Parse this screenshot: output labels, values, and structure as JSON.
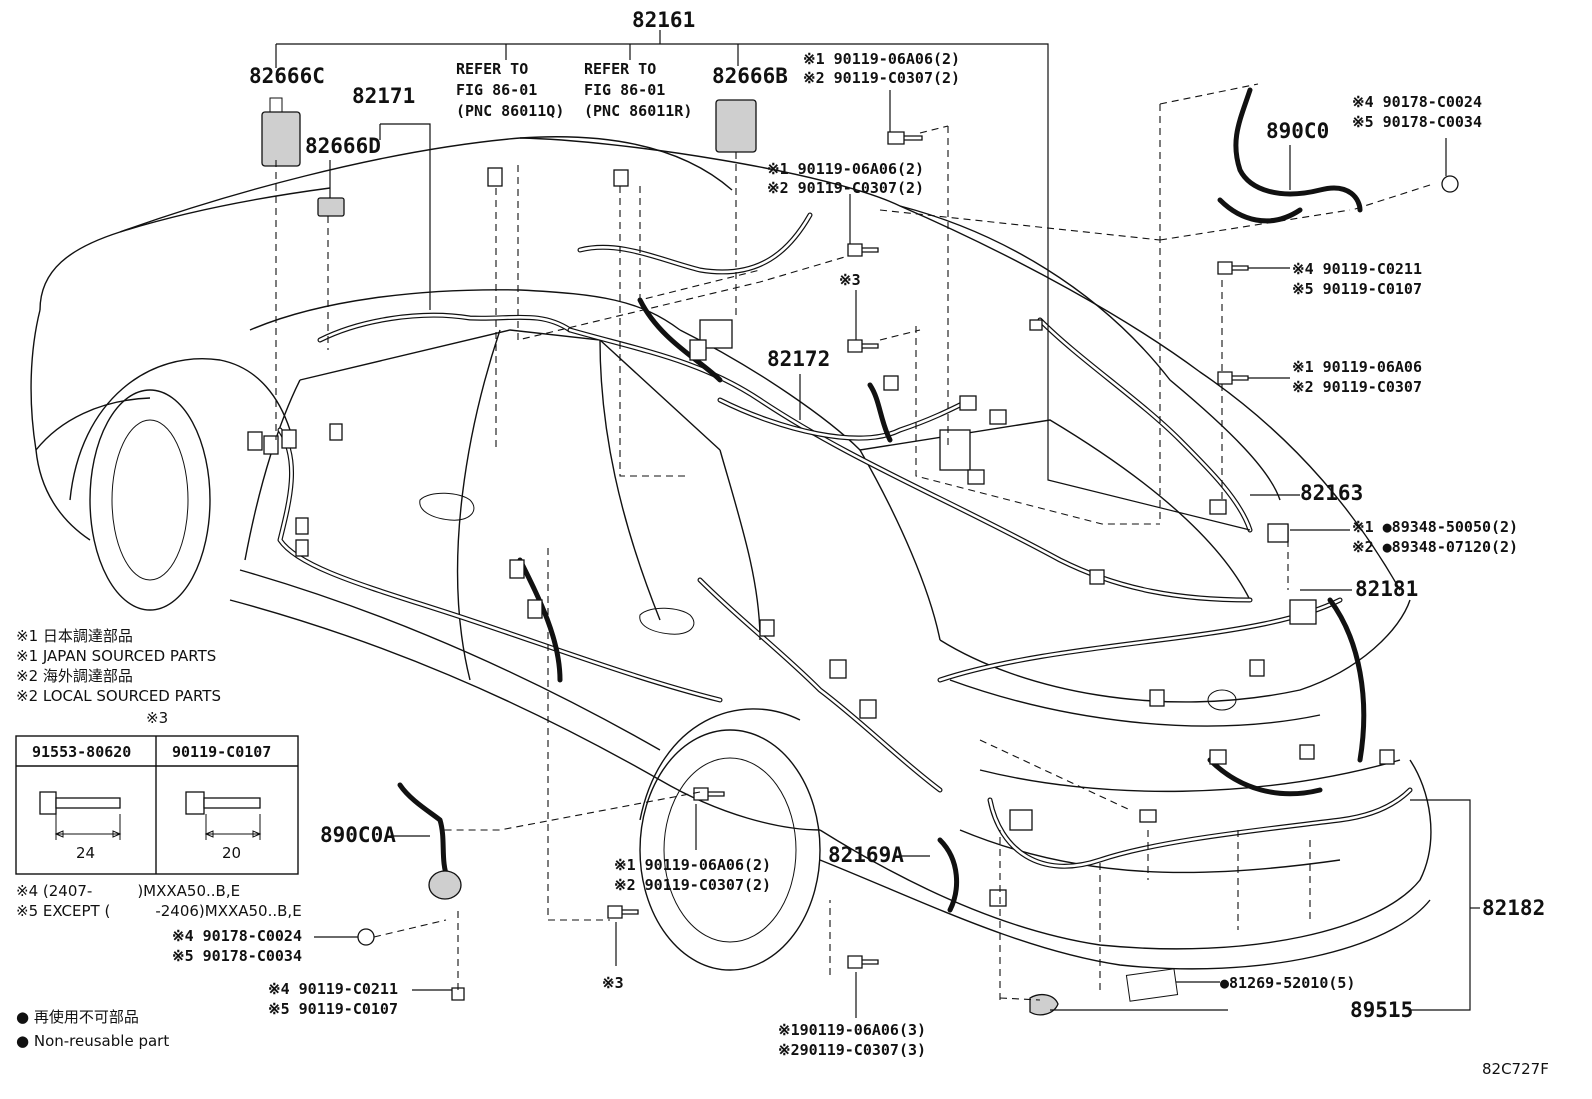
{
  "diagram_id": "82C727F",
  "refer_left": [
    "REFER TO",
    "FIG 86-01",
    "(PNC 86011Q)"
  ],
  "refer_right": [
    "REFER TO",
    "FIG 86-01",
    "(PNC 86011R)"
  ],
  "parts": {
    "p82161": "82161",
    "p82666C": "82666C",
    "p82171": "82171",
    "p82666D": "82666D",
    "p82666B": "82666B",
    "p890C0": "890C0",
    "p82172": "82172",
    "p82163": "82163",
    "p82181": "82181",
    "p890C0A": "890C0A",
    "p82169A": "82169A",
    "p82182": "82182",
    "p89515": "89515"
  },
  "bolts": {
    "top_center": [
      "※1 90119-06A06(2)",
      "※2 90119-C0307(2)"
    ],
    "mid_center": [
      "※1 90119-06A06(2)",
      "※2 90119-C0307(2)"
    ],
    "star3_a": "※3",
    "right_top_nut": [
      "※4 90178-C0024",
      "※5 90178-C0034"
    ],
    "right_bolt": [
      "※4 90119-C0211",
      "※5 90119-C0107"
    ],
    "right_mid": [
      "※1 90119-06A06",
      "※2 90119-C0307"
    ],
    "clips_right": [
      "※1 ●89348-50050(2)",
      "※2 ●89348-07120(2)"
    ],
    "front_left": [
      "※1 90119-06A06(2)",
      "※2 90119-C0307(2)"
    ],
    "star3_b": "※3",
    "sensor_nut": [
      "※4 90178-C0024",
      "※5 90178-C0034"
    ],
    "sensor_bolt": [
      "※4 90119-C0211",
      "※5 90119-C0107"
    ],
    "bottom_bolt": [
      "※190119-06A06(3)",
      "※290119-C0307(3)"
    ],
    "label_part": "●81269-52010(5)"
  },
  "notes": {
    "n1": "※1 日本調達部品",
    "n2": "※1 JAPAN SOURCED PARTS",
    "n3": "※2 海外調達部品",
    "n4": "※2 LOCAL SOURCED PARTS",
    "n5": "※3",
    "n6": "※4 (2407-　　　)MXXA50..B,E",
    "n7": "※5 EXCEPT (　　　-2406)MXXA50..B,E",
    "n8": "● 再使用不可部品",
    "n9": "● Non-reusable part"
  },
  "table": {
    "col1": "91553-80620",
    "col2": "90119-C0107",
    "dim1": "24",
    "dim2": "20"
  }
}
